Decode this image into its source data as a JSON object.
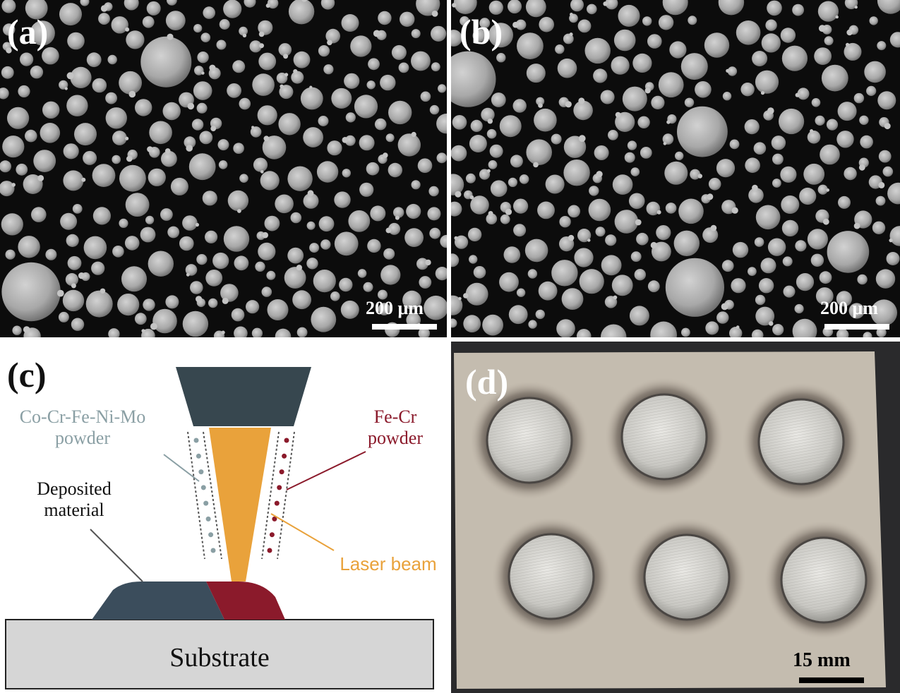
{
  "panels": {
    "a": {
      "label": "(a)",
      "scale_bar": "200 μm"
    },
    "b": {
      "label": "(b)",
      "scale_bar": "200 μm"
    },
    "c": {
      "label": "(c)",
      "powder_left": {
        "line1": "Co-Cr-Fe-Ni-Mo",
        "line2": "powder"
      },
      "powder_right": {
        "line1": "Fe-Cr",
        "line2": "powder"
      },
      "deposited": {
        "line1": "Deposited",
        "line2": "material"
      },
      "laser": "Laser beam",
      "substrate": "Substrate"
    },
    "d": {
      "label": "(d)",
      "scale_bar": "15 mm"
    }
  },
  "colors": {
    "nozzle": "#37474f",
    "laser": "#e9a23b",
    "powder_left": "#8a9fa4",
    "powder_right": "#8b1a2b",
    "deposit_left": "#3b4d5c",
    "deposit_right": "#8b1a2b",
    "substrate": "#d6d6d6"
  }
}
